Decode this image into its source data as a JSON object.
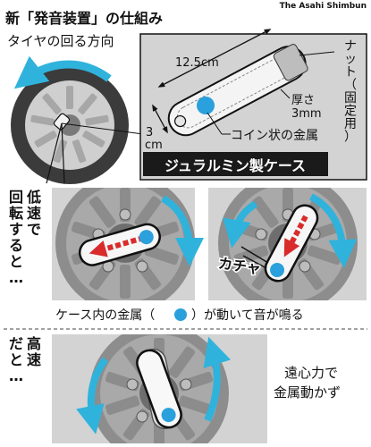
{
  "credit": "The Asahi Shimbun",
  "title": "新「発音装置」の仕組み",
  "top": {
    "tire_direction_label": "タイヤの回る方向",
    "case": {
      "length": "12.5cm",
      "width_num": "3",
      "width_unit": "cm",
      "thickness_line1": "厚さ",
      "thickness_line2": "3mm",
      "nut_chars": [
        "ナ",
        "ッ",
        "ト",
        "（",
        "固",
        "定",
        "用",
        "）"
      ],
      "coin_label": "コイン状の金属",
      "material_banner": "ジュラルミン製ケース"
    }
  },
  "low_speed": {
    "label_chars": [
      "低",
      "速",
      "で",
      "回",
      "転",
      "す",
      "る",
      "と",
      "…"
    ],
    "click_sound": "カチャ",
    "caption_before": "ケース内の金属（",
    "caption_after": "）が動いて音が鳴る"
  },
  "high_speed": {
    "label_chars": [
      "高",
      "速",
      "だ",
      "と",
      "…"
    ],
    "note_line1": "遠心力で",
    "note_line2": "金属動かず"
  },
  "colors": {
    "ink": "#111111",
    "panel_gray": "#d3d3d3",
    "dark_banner": "#1a1a1a",
    "arrow_cyan": "#2fb3dc",
    "coin_blue": "#2aa0dc",
    "red_arrow": "#d92b2b"
  },
  "icons": {
    "rotation_arrow": "curved-arrow-icon",
    "coin": "blue-circle-icon",
    "slide_arrow": "dashed-red-arrow-icon"
  }
}
